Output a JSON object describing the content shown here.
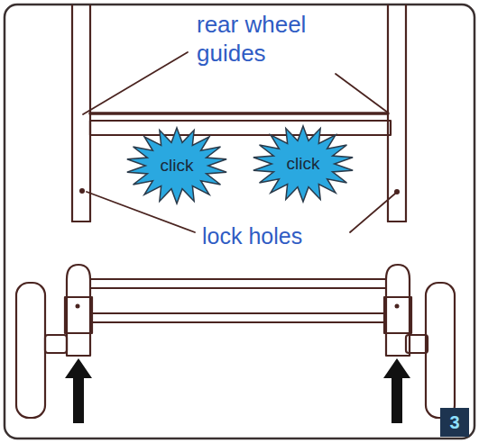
{
  "diagram": {
    "nodes": [
      {
        "text": [
          "click"
        ]
      },
      {
        "text": [
          "click"
        ]
      },
      {
        "text": [
          "3"
        ]
      }
    ],
    "labels": [
      "rear wheel guides",
      "lock holes"
    ]
  }
}
